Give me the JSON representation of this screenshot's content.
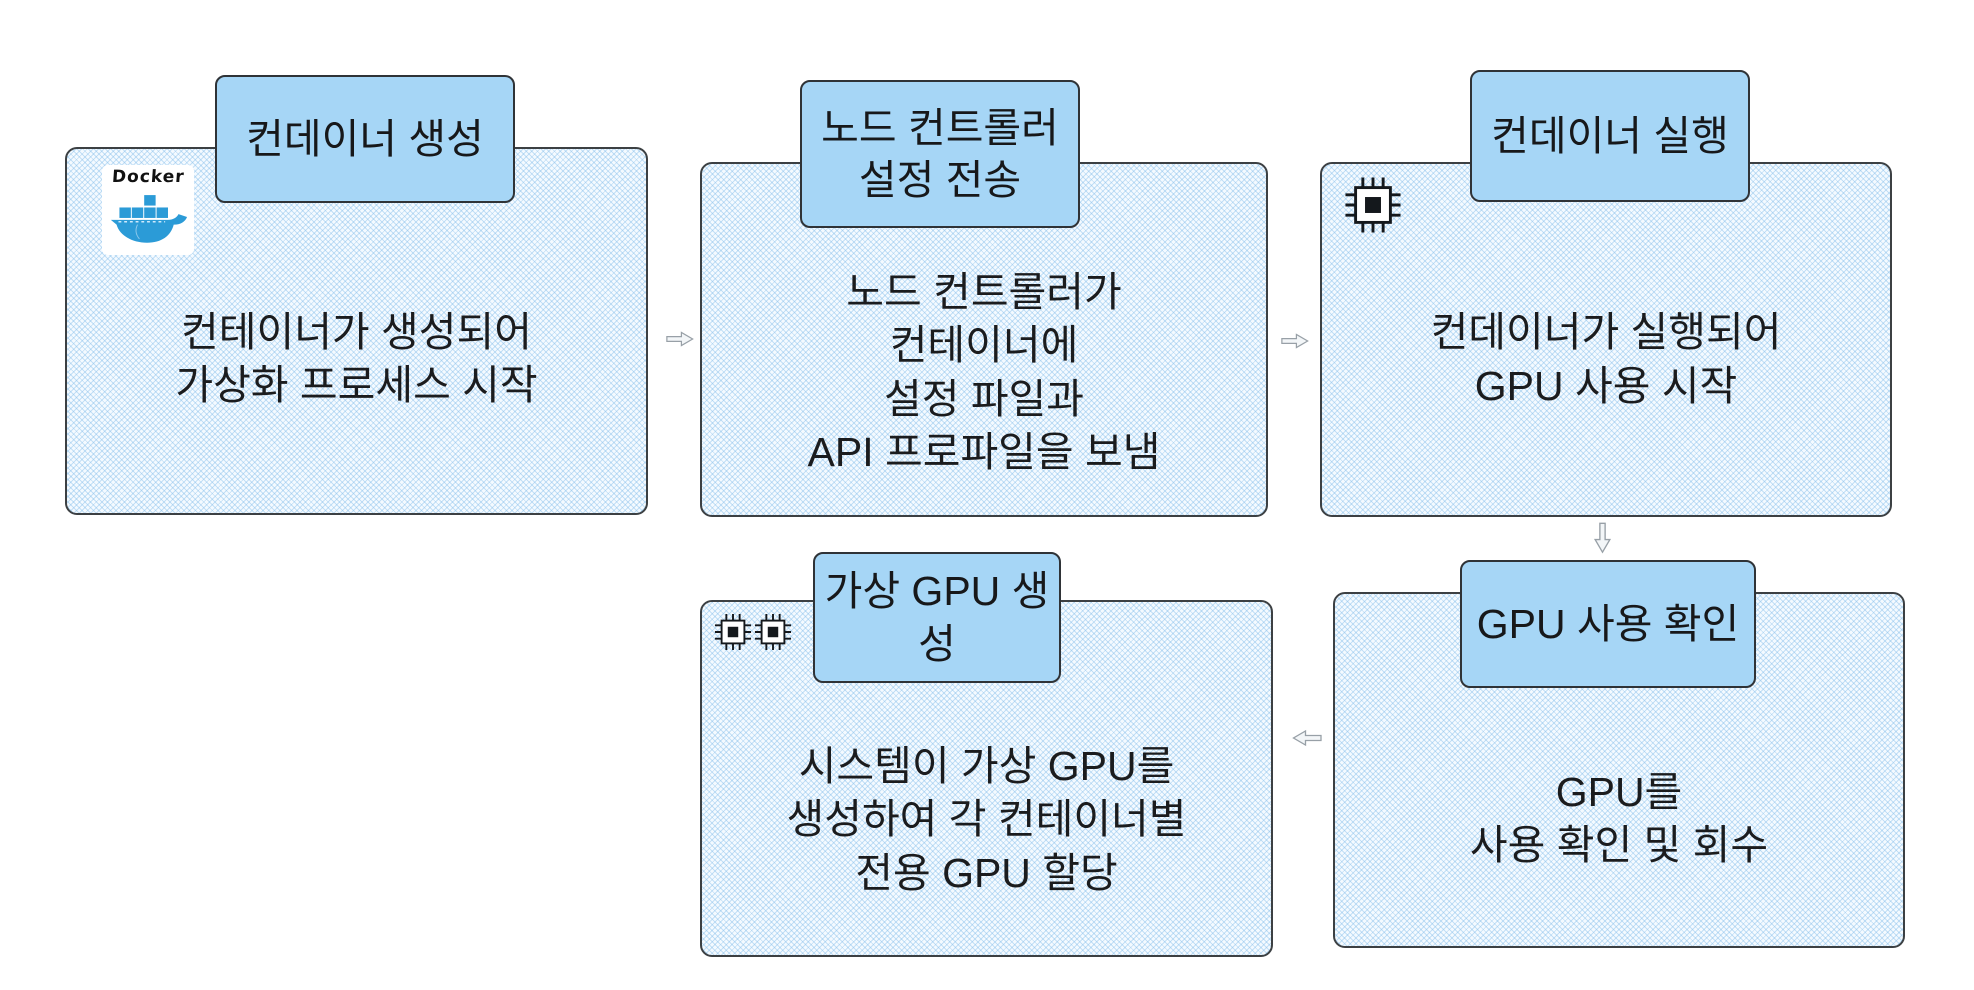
{
  "colors": {
    "title_fill": "#a6d6f6",
    "panel_hatch_line": "#7ebae9",
    "panel_border": "#3c4043",
    "body_text": "#1b1c1e",
    "docker_blue": "#2b9bd7",
    "chip_ink": "#14181c",
    "arrow_fill": "#f3f6f8",
    "arrow_stroke": "#98a0a7"
  },
  "boxes": [
    {
      "title": "컨데이너 생성",
      "body": "컨테이너가 생성되어\n가상화 프로세스 시작",
      "icon": "docker-icon",
      "icon_label": "Docker"
    },
    {
      "title": "노드 컨트롤러\n설정 전송",
      "body": "노드 컨트롤러가\n컨테이너에\n설정 파일과\nAPI 프로파일을 보냄"
    },
    {
      "title": "컨데이너 실행",
      "body": "컨데이너가 실행되어\nGPU 사용 시작",
      "icon": "chip-icon"
    },
    {
      "title": "GPU 사용 확인",
      "body": "GPU를\n사용 확인 및 회수"
    },
    {
      "title": "가상 GPU 생성",
      "body": "시스템이 가상 GPU를\n생성하여 각 컨테이너별\n전용 GPU 할당",
      "icon": "chip-icon-x2"
    }
  ],
  "arrows": [
    {
      "direction": "right"
    },
    {
      "direction": "right"
    },
    {
      "direction": "down"
    },
    {
      "direction": "left"
    }
  ]
}
